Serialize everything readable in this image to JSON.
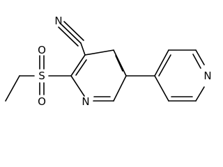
{
  "molecule": {
    "atoms": {
      "nitrile_N": "N",
      "nitrile_C": "C",
      "sulfonyl_S": "S",
      "sulfonyl_O_top": "O",
      "sulfonyl_O_bottom": "O",
      "pyridine_N_left": "N",
      "pyridine_N_right": "N"
    }
  }
}
